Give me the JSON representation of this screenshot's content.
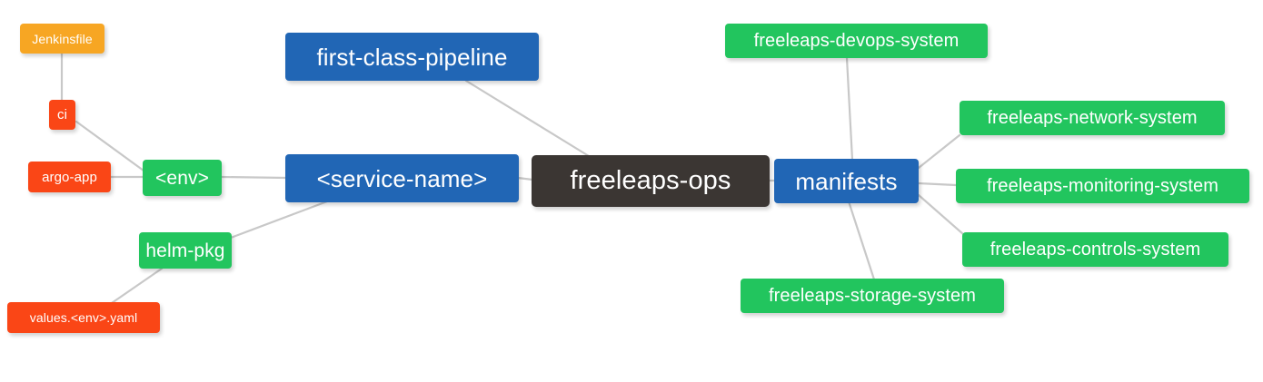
{
  "diagram": {
    "type": "mindmap",
    "title": "freeleaps-ops",
    "background": "#ffffff",
    "edge_color": "#c8c8c8",
    "palette": {
      "root": "#3B3633",
      "blue": "#2166B5",
      "green": "#22C55E",
      "red": "#FA4616",
      "orange": "#F7A623",
      "text": "#ffffff"
    }
  },
  "nodes": {
    "root": {
      "label": "freeleaps-ops"
    },
    "first_class_pipeline": {
      "label": "first-class-pipeline"
    },
    "service_name": {
      "label": "<service-name>"
    },
    "env": {
      "label": "<env>"
    },
    "ci": {
      "label": "ci"
    },
    "jenkinsfile": {
      "label": "Jenkinsfile"
    },
    "argo_app": {
      "label": "argo-app"
    },
    "helm_pkg": {
      "label": "helm-pkg"
    },
    "values_yaml": {
      "label": "values.<env>.yaml"
    },
    "manifests": {
      "label": "manifests"
    },
    "devops_system": {
      "label": "freeleaps-devops-system"
    },
    "network_system": {
      "label": "freeleaps-network-system"
    },
    "monitoring_system": {
      "label": "freeleaps-monitoring-system"
    },
    "controls_system": {
      "label": "freeleaps-controls-system"
    },
    "storage_system": {
      "label": "freeleaps-storage-system"
    }
  },
  "edges": [
    {
      "from": "root",
      "to": "first_class_pipeline"
    },
    {
      "from": "root",
      "to": "service_name"
    },
    {
      "from": "root",
      "to": "manifests"
    },
    {
      "from": "service_name",
      "to": "env"
    },
    {
      "from": "service_name",
      "to": "helm_pkg"
    },
    {
      "from": "env",
      "to": "ci"
    },
    {
      "from": "env",
      "to": "argo_app"
    },
    {
      "from": "ci",
      "to": "jenkinsfile"
    },
    {
      "from": "helm_pkg",
      "to": "values_yaml"
    },
    {
      "from": "manifests",
      "to": "devops_system"
    },
    {
      "from": "manifests",
      "to": "network_system"
    },
    {
      "from": "manifests",
      "to": "monitoring_system"
    },
    {
      "from": "manifests",
      "to": "controls_system"
    },
    {
      "from": "manifests",
      "to": "storage_system"
    }
  ]
}
